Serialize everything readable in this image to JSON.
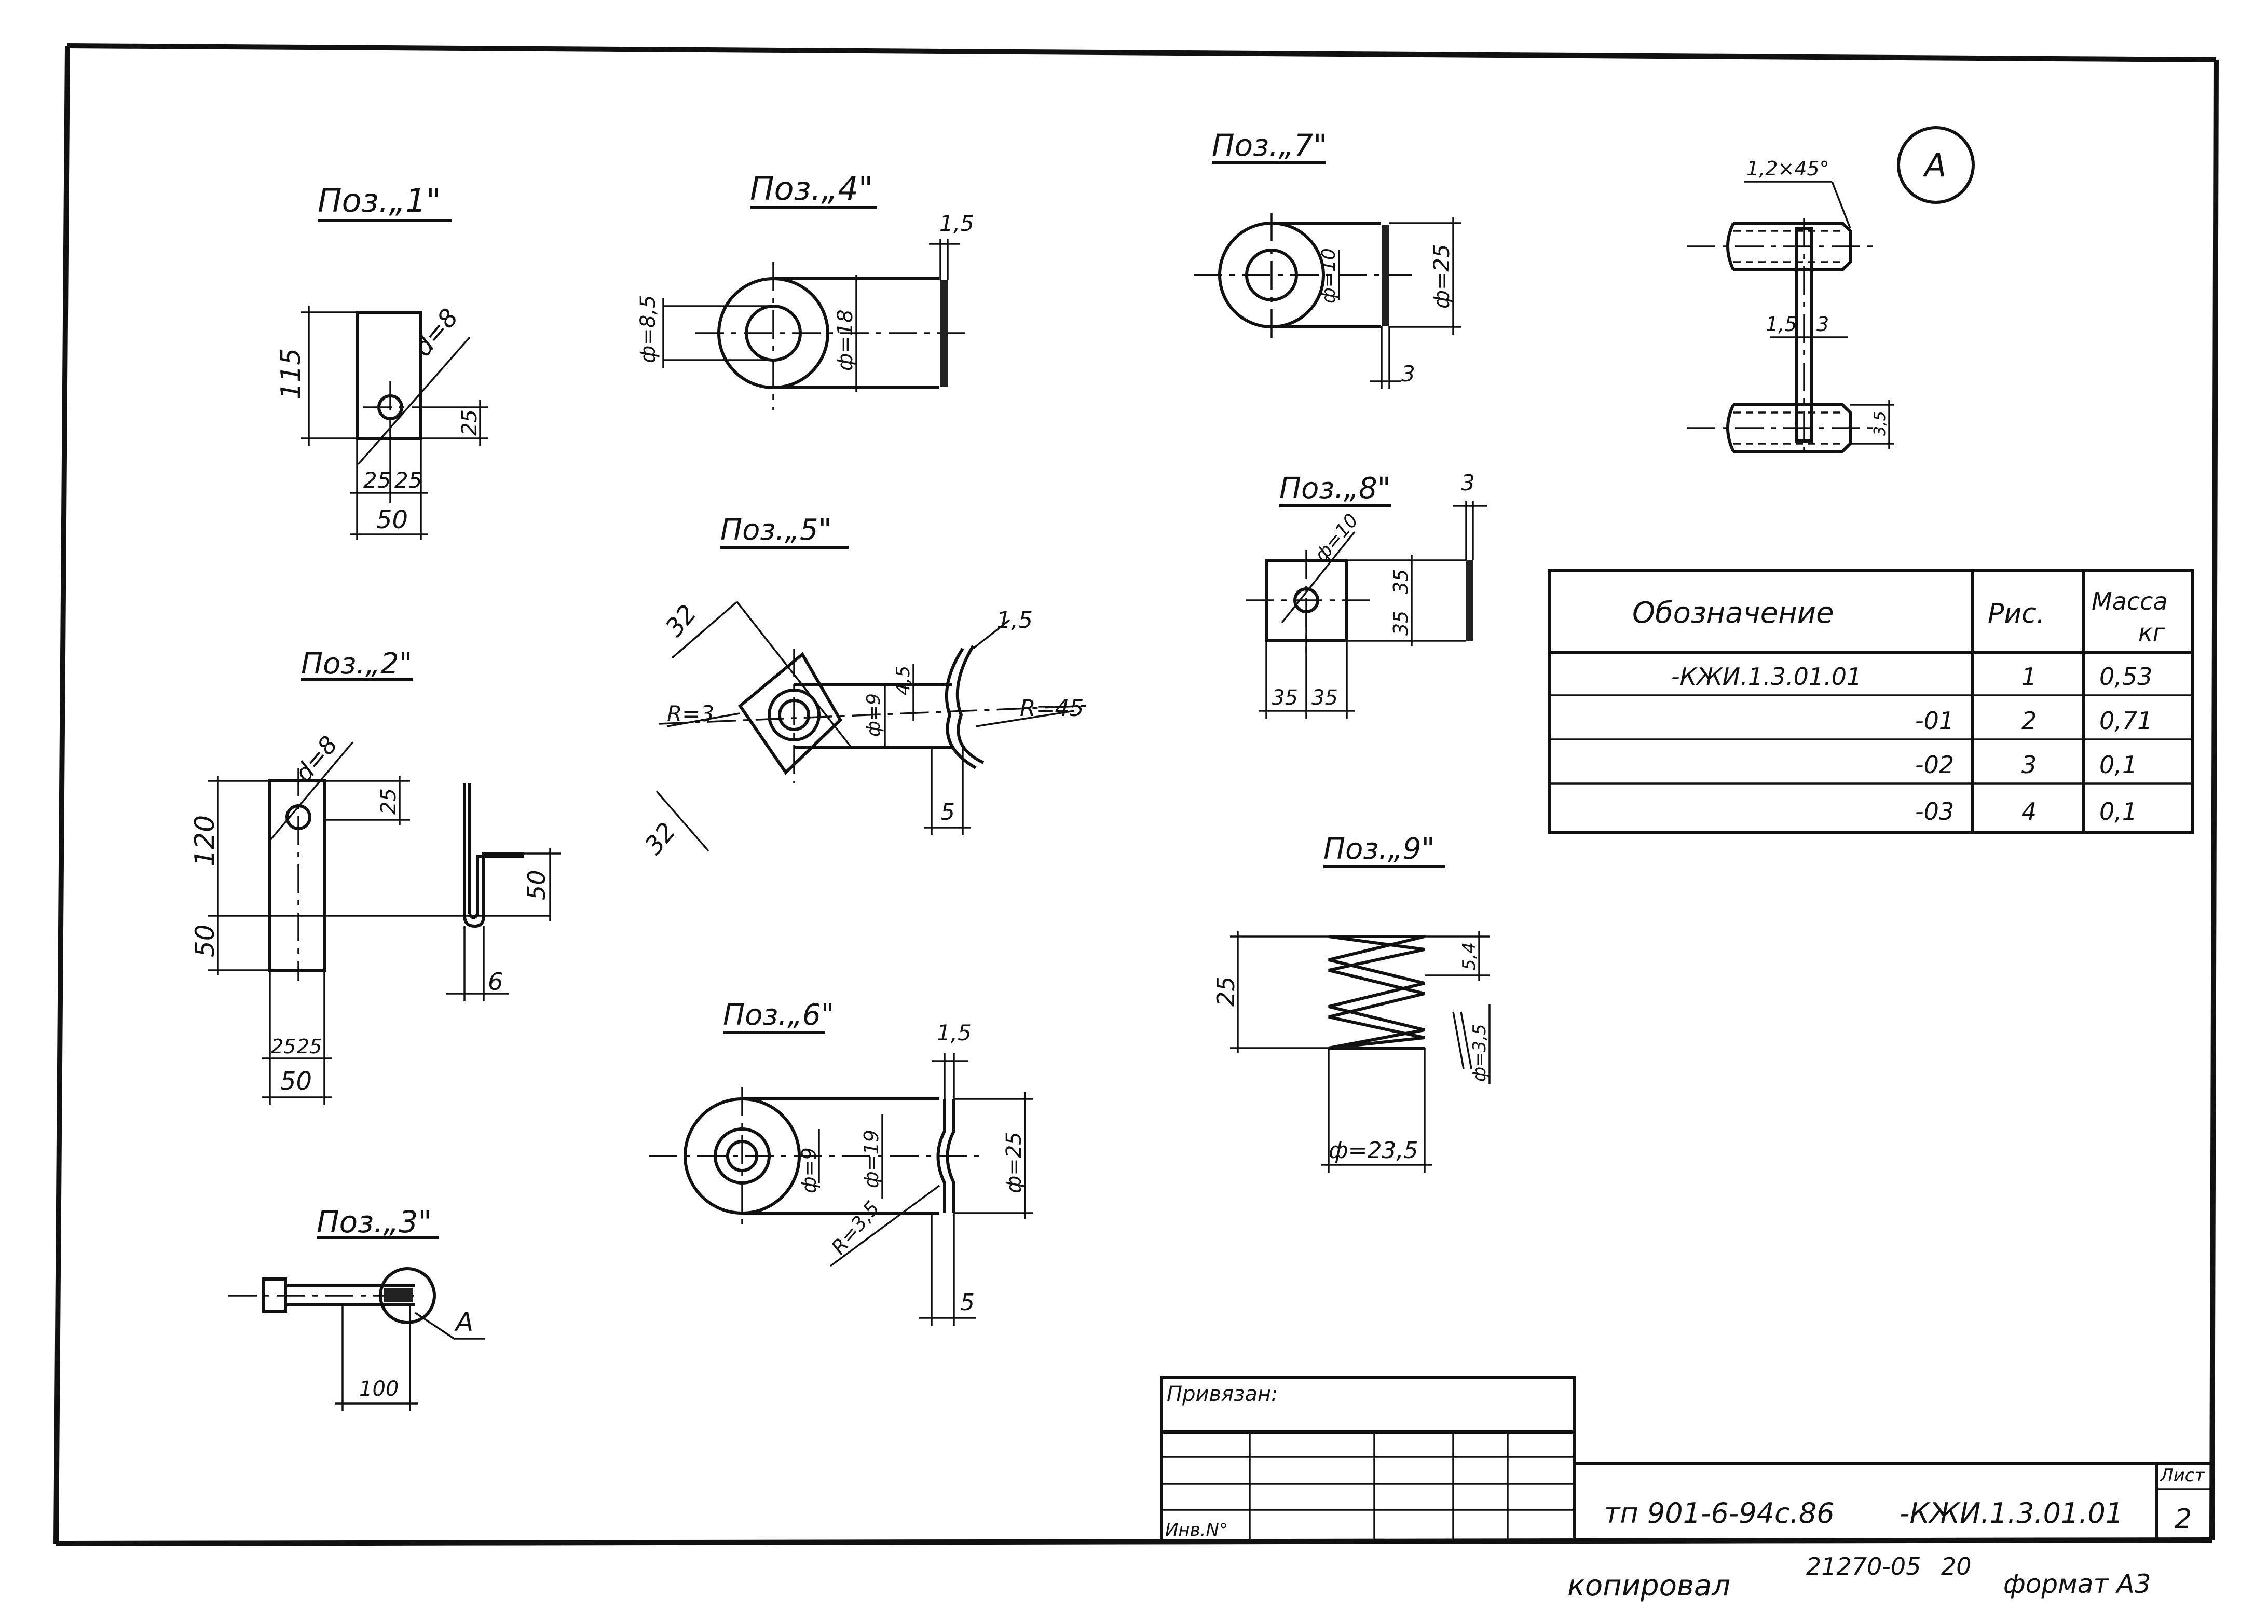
{
  "positions": {
    "p1": "Поз.„1\"",
    "p2": "Поз.„2\"",
    "p3": "Поз.„3\"",
    "p4": "Поз.„4\"",
    "p5": "Поз.„5\"",
    "p6": "Поз.„6\"",
    "p7": "Поз.„7\"",
    "p8": "Поз.„8\"",
    "p9": "Поз.„9\"",
    "viewA": "A",
    "leaderA": "A"
  },
  "dims": {
    "p1": {
      "h115": "115",
      "d8": "d=8",
      "d25v": "25",
      "d25a": "25",
      "d25b": "25",
      "d50": "50"
    },
    "p2": {
      "d8": "d=8",
      "d25": "25",
      "h120": "120",
      "h50l": "50",
      "h50r": "50",
      "t6": "6",
      "d25a": "25",
      "d25b": "25",
      "d50": "50"
    },
    "p3": {
      "d100": "100"
    },
    "p4": {
      "t15": "1,5",
      "phi85": "ф=8,5",
      "phi18": "ф=18"
    },
    "p5": {
      "d32a": "32",
      "d32b": "32",
      "r3": "R=3",
      "phi9": "ф=9",
      "d45": "4,5",
      "t15": "1,5",
      "r45": "R=45",
      "d5": "5"
    },
    "p6": {
      "t15": "1,5",
      "phi9": "ф=9",
      "phi19": "ф=19",
      "r35": "R=3,5",
      "phi25": "ф=25",
      "d5": "5"
    },
    "p7": {
      "phi10": "ф=10",
      "phi25": "ф=25",
      "t3": "3"
    },
    "p8": {
      "t3": "3",
      "phi10": "ф=10",
      "v35a": "35",
      "v35b": "35",
      "h35a": "35",
      "h35b": "35"
    },
    "p9": {
      "h25": "25",
      "p5": "5,4",
      "phi35": "ф=3,5",
      "phi235": "ф=23,5"
    },
    "viewA": {
      "chamfer": "1,2×45°",
      "d15": "1,5",
      "d3": "3",
      "d35": "3,5"
    }
  },
  "spec_table": {
    "headers": {
      "designation": "Обозначение",
      "figure": "Рис.",
      "mass": "Масса",
      "mass_unit": "кг"
    },
    "rows": [
      {
        "designation": "-КЖИ.1.3.01.01",
        "figure": "1",
        "mass": "0,53"
      },
      {
        "designation": "-01",
        "figure": "2",
        "mass": "0,71"
      },
      {
        "designation": "-02",
        "figure": "3",
        "mass": "0,1"
      },
      {
        "designation": "-03",
        "figure": "4",
        "mass": "0,1"
      }
    ]
  },
  "title_block": {
    "attached_label": "Привязан:",
    "inv_label": "Инв.N°",
    "doc_number": "тп 901-6-94с.86",
    "code": "-КЖИ.1.3.01.01",
    "sheet_label": "Лист",
    "sheet_number": "2"
  },
  "footer": {
    "copied": "копировал",
    "order_no": "21270-05",
    "sub_no": "20",
    "format": "формат А3"
  }
}
